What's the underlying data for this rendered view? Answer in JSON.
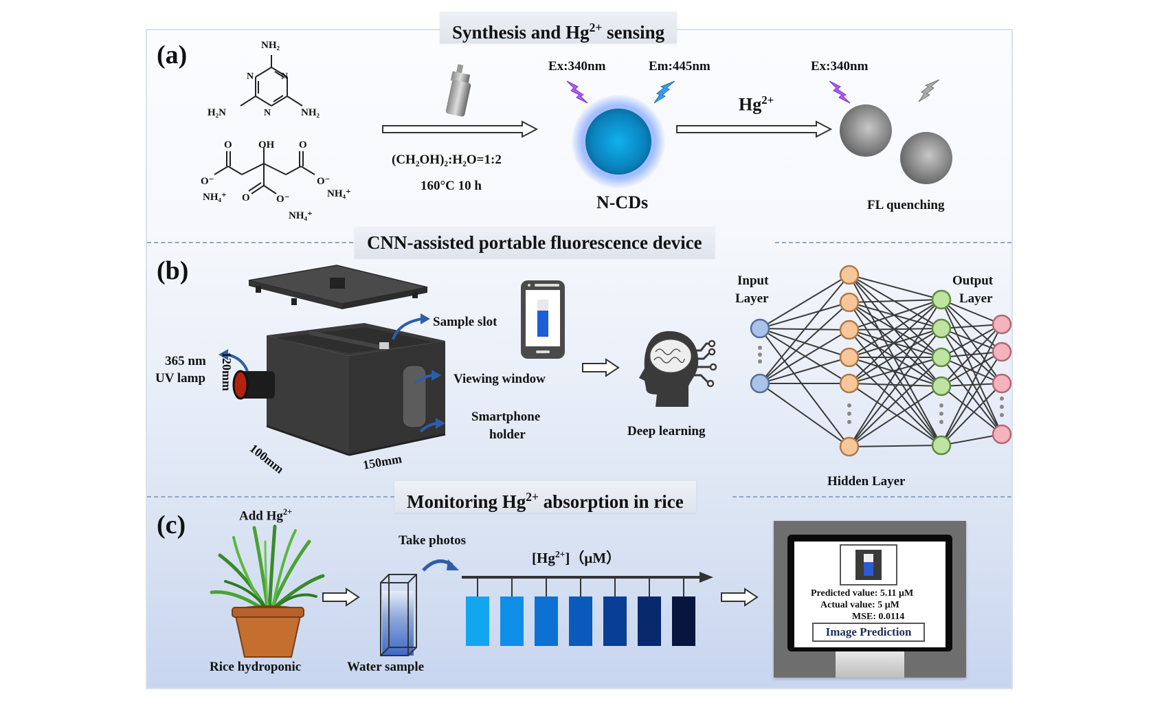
{
  "figure": {
    "panel_a": {
      "label": "(a)",
      "header": {
        "text_pre": "Synthesis and Hg",
        "sup": "2+",
        "text_post": " sensing"
      },
      "melamine": {
        "top": "NH₂",
        "left": "H₂N",
        "right": "NH₂",
        "ring_n": "N"
      },
      "citrate": {
        "oh": "OH",
        "o": "O",
        "o_minus": "O⁻",
        "nh4": "NH₄⁺"
      },
      "autoclave_icon": "autoclave-icon",
      "condition_1": "(CH₂OH)₂:H₂O=1:2",
      "condition_2": "160°C 10 h",
      "ex_label_1": "Ex:340nm",
      "em_label": "Em:445nm",
      "ncds_label": "N-CDs",
      "hg_label": {
        "text": "Hg",
        "sup": "2+"
      },
      "ex_label_2": "Ex:340nm",
      "quench_label": "FL quenching",
      "colors": {
        "ncd": "#0aa6e6",
        "ex_bolt": "#b25cf0",
        "em_bolt": "#2f8fe0",
        "quenched": "#6a6a6a"
      }
    },
    "panel_b": {
      "label": "(b)",
      "header": "CNN-assisted  portable fluorescence  device",
      "box_labels": {
        "sample_slot": "Sample slot",
        "uv_lamp_1": "365 nm",
        "uv_lamp_2": "UV lamp",
        "viewing_window": "Viewing window",
        "holder_1": "Smartphone",
        "holder_2": "holder",
        "dim_height": "120mm",
        "dim_depth": "100mm",
        "dim_width": "150mm"
      },
      "deep_learning": "Deep learning",
      "network": {
        "input_label_1": "Input",
        "input_label_2": "Layer",
        "output_label_1": "Output",
        "output_label_2": "Layer",
        "hidden_label": "Hidden Layer",
        "layer_counts": [
          2,
          6,
          5,
          4
        ],
        "colors": {
          "input": "#a9c3ea",
          "hidden1": "#f7c79a",
          "hidden2": "#bfe3a0",
          "output": "#f5b3bd"
        }
      }
    },
    "panel_c": {
      "label": "(c)",
      "header": {
        "text_pre": "Monitoring Hg",
        "sup": "2+",
        "text_post": " absorption in rice"
      },
      "add_hg": {
        "text": "Add Hg",
        "sup": "2+"
      },
      "take_photos": "Take photos",
      "axis_label": {
        "pre": "[Hg",
        "sup": "2+",
        "post": "]（μM）"
      },
      "rice_label": "Rice hydroponic",
      "water_label": "Water sample",
      "swatch_colors": [
        "#12a6f0",
        "#0f8ee8",
        "#0b72d4",
        "#0a5abb",
        "#093e95",
        "#082a6c",
        "#06163e"
      ],
      "monitor": {
        "predicted": "Predicted value: 5.11 μM",
        "actual": "Actual value: 5 μM",
        "mse": "MSE: 0.0114",
        "button": "Image Prediction"
      }
    }
  }
}
